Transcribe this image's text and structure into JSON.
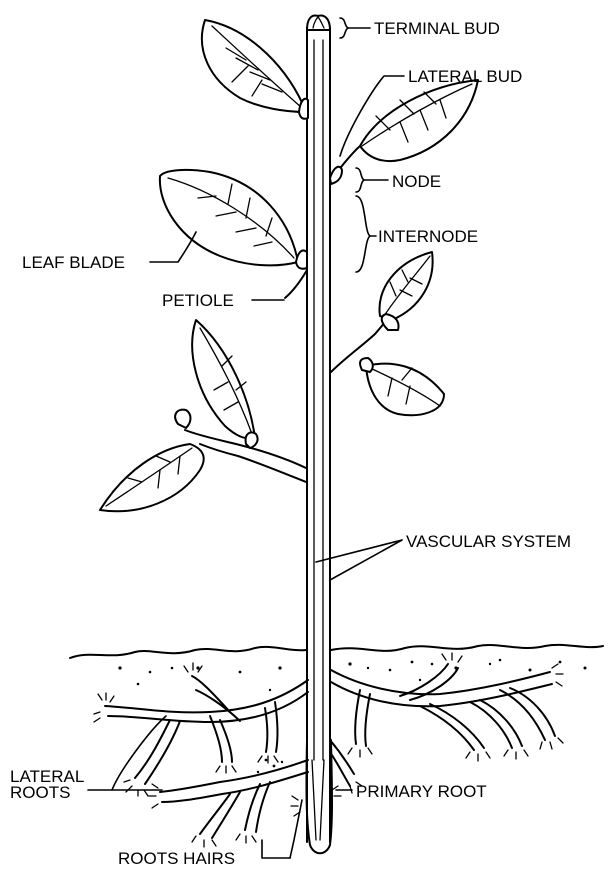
{
  "labels": {
    "terminal_bud": "TERMINAL BUD",
    "lateral_bud": "LATERAL BUD",
    "node": "NODE",
    "internode": "INTERNODE",
    "leaf_blade": "LEAF BLADE",
    "petiole": "PETIOLE",
    "vascular_system": "VASCULAR SYSTEM",
    "lateral_roots_line1": "LATERAL",
    "lateral_roots_line2": "ROOTS",
    "primary_root": "PRIMARY ROOT",
    "root_hairs": "ROOTS HAIRS"
  }
}
